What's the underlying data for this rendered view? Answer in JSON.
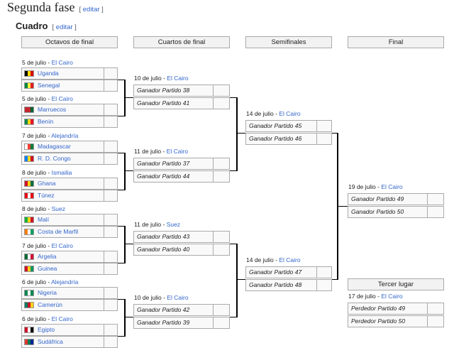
{
  "section": {
    "title": "Segunda fase",
    "edit": "editar"
  },
  "subsection": {
    "title": "Cuadro",
    "edit": "editar"
  },
  "headers": [
    "Octavos de final",
    "Cuartos de final",
    "Semifinales",
    "Final",
    "Tercer lugar"
  ],
  "octavos": [
    {
      "date": "5 de julio",
      "venue": "El Cairo",
      "teams": [
        {
          "name": "Uganda",
          "flag": "uganda-flag-icon",
          "colors": [
            "#000000",
            "#fcdc04",
            "#d90000"
          ]
        },
        {
          "name": "Senegal",
          "flag": "senegal-flag-icon",
          "colors": [
            "#00853f",
            "#fdef42",
            "#e31b23"
          ]
        }
      ]
    },
    {
      "date": "5 de julio",
      "venue": "El Cairo",
      "teams": [
        {
          "name": "Marruecos",
          "flag": "morocco-flag-icon",
          "colors": [
            "#c1272d",
            "#c1272d",
            "#006233"
          ]
        },
        {
          "name": "Benín",
          "flag": "benin-flag-icon",
          "colors": [
            "#008751",
            "#fcd116",
            "#e8112d"
          ]
        }
      ]
    },
    {
      "date": "7 de julio",
      "venue": "Alejandría",
      "teams": [
        {
          "name": "Madagascar",
          "flag": "madagascar-flag-icon",
          "colors": [
            "#ffffff",
            "#fc3d32",
            "#007e3a"
          ]
        },
        {
          "name": "R. D. Congo",
          "flag": "dr-congo-flag-icon",
          "colors": [
            "#007fff",
            "#f7d618",
            "#ce1021"
          ]
        }
      ]
    },
    {
      "date": "8 de julio",
      "venue": "Ismailia",
      "teams": [
        {
          "name": "Ghana",
          "flag": "ghana-flag-icon",
          "colors": [
            "#ce1126",
            "#fcd116",
            "#006b3f"
          ]
        },
        {
          "name": "Túnez",
          "flag": "tunisia-flag-icon",
          "colors": [
            "#e70013",
            "#ffffff",
            "#e70013"
          ]
        }
      ]
    },
    {
      "date": "8 de julio",
      "venue": "Suez",
      "teams": [
        {
          "name": "Malí",
          "flag": "mali-flag-icon",
          "colors": [
            "#14b53a",
            "#fcd116",
            "#ce1126"
          ]
        },
        {
          "name": "Costa de Marfil",
          "flag": "ivory-coast-flag-icon",
          "colors": [
            "#f77f00",
            "#ffffff",
            "#009e60"
          ]
        }
      ]
    },
    {
      "date": "7 de julio",
      "venue": "El Cairo",
      "teams": [
        {
          "name": "Argelia",
          "flag": "algeria-flag-icon",
          "colors": [
            "#006633",
            "#ffffff",
            "#d21034"
          ]
        },
        {
          "name": "Guinea",
          "flag": "guinea-flag-icon",
          "colors": [
            "#ce1126",
            "#fcd116",
            "#009460"
          ]
        }
      ]
    },
    {
      "date": "6 de julio",
      "venue": "Alejandría",
      "teams": [
        {
          "name": "Nigeria",
          "flag": "nigeria-flag-icon",
          "colors": [
            "#008751",
            "#ffffff",
            "#008751"
          ]
        },
        {
          "name": "Camerún",
          "flag": "cameroon-flag-icon",
          "colors": [
            "#007a5e",
            "#ce1126",
            "#fcd116"
          ]
        }
      ]
    },
    {
      "date": "6 de julio",
      "venue": "El Cairo",
      "teams": [
        {
          "name": "Egipto",
          "flag": "egypt-flag-icon",
          "colors": [
            "#ce1126",
            "#ffffff",
            "#000000"
          ]
        },
        {
          "name": "Sudáfrica",
          "flag": "south-africa-flag-icon",
          "colors": [
            "#de3831",
            "#007a4d",
            "#002395"
          ]
        }
      ]
    }
  ],
  "cuartos": [
    {
      "date": "10 de julio",
      "venue": "El Cairo",
      "teams": [
        "Ganador Partido 38",
        "Ganador Partido 41"
      ]
    },
    {
      "date": "11 de julio",
      "venue": "El Cairo",
      "teams": [
        "Ganador Partido 37",
        "Ganador Partido 44"
      ]
    },
    {
      "date": "11 de julio",
      "venue": "Suez",
      "teams": [
        "Ganador Partido 43",
        "Ganador Partido 40"
      ]
    },
    {
      "date": "10 de julio",
      "venue": "El Cairo",
      "teams": [
        "Ganador Partido 42",
        "Ganador Partido 39"
      ]
    }
  ],
  "semis": [
    {
      "date": "14 de julio",
      "venue": "El Cairo",
      "teams": [
        "Ganador Partido 45",
        "Ganador Partido 46"
      ]
    },
    {
      "date": "14 de julio",
      "venue": "El Cairo",
      "teams": [
        "Ganador Partido 47",
        "Ganador Partido 48"
      ]
    }
  ],
  "final": {
    "date": "19 de julio",
    "venue": "El Cairo",
    "teams": [
      "Ganador Partido 49",
      "Ganador Partido 50"
    ]
  },
  "third": {
    "date": "17 de julio",
    "venue": "El Cairo",
    "teams": [
      "Perdedor Partido 49",
      "Perdedor Partido 50"
    ]
  }
}
